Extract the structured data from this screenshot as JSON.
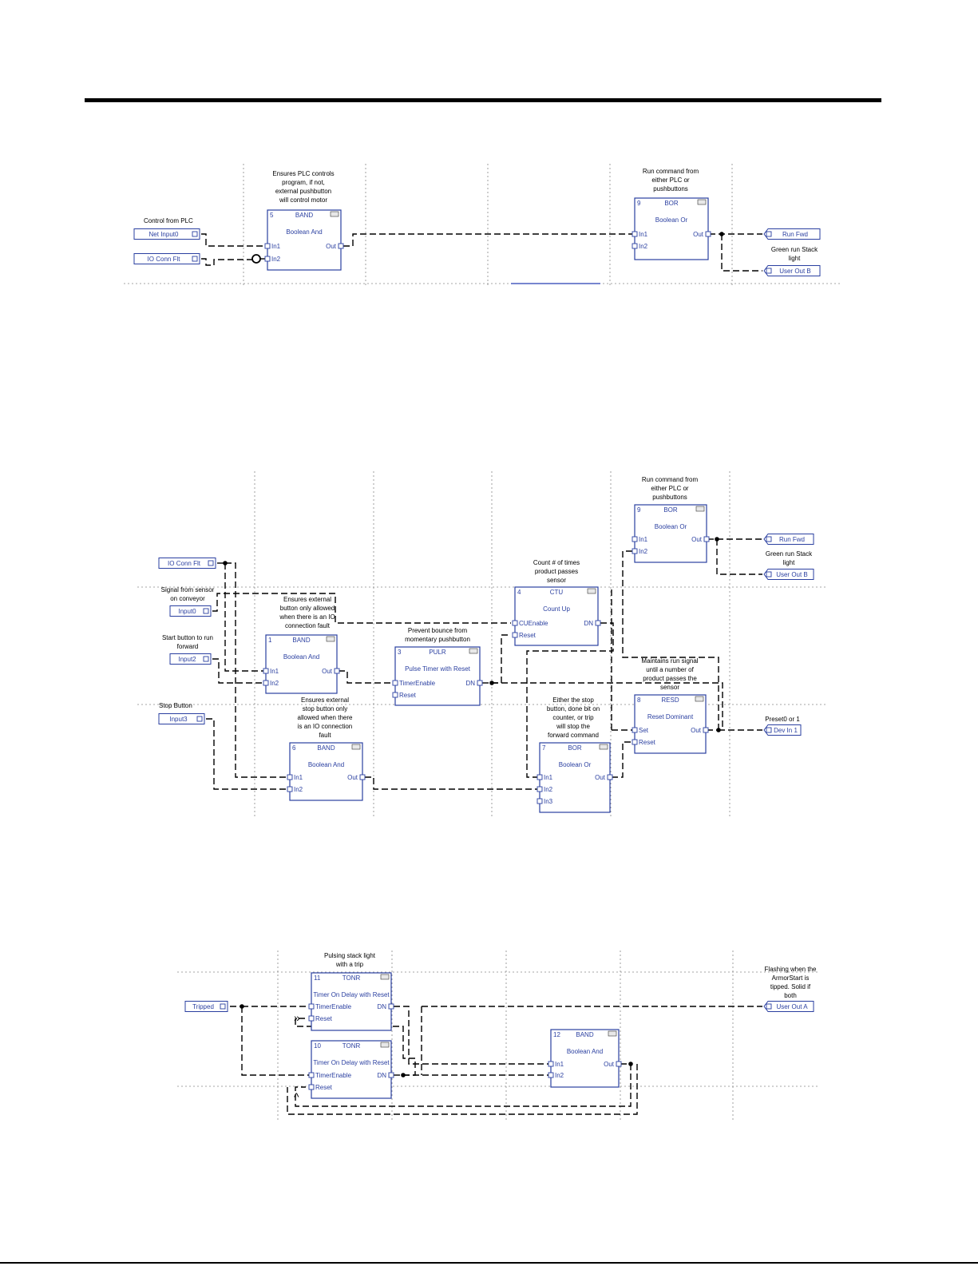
{
  "diagrams": [
    {
      "blocks": [
        {
          "num": "5",
          "type": "BAND",
          "desc": "Boolean And",
          "inputs": [
            "In1",
            "In2"
          ],
          "outputs": [
            "Out"
          ]
        },
        {
          "num": "9",
          "type": "BOR",
          "desc": "Boolean Or",
          "inputs": [
            "In1",
            "In2"
          ],
          "outputs": [
            "Out"
          ]
        }
      ],
      "input_tags": [
        "Net Input0",
        "IO Conn Flt"
      ],
      "output_tags": [
        "Run Fwd",
        "User Out B"
      ],
      "notes": [
        "Control from PLC",
        "Ensures PLC controls\nprogram, if not,\nexternal pushbutton\nwill control motor",
        "Run command from\neither PLC or\npushbuttons",
        "Green run Stack\nlight"
      ]
    },
    {
      "blocks": [
        {
          "num": "9",
          "type": "BOR",
          "desc": "Boolean Or",
          "inputs": [
            "In1",
            "In2"
          ],
          "outputs": [
            "Out"
          ]
        },
        {
          "num": "4",
          "type": "CTU",
          "desc": "Count Up",
          "inputs": [
            "CUEnable",
            "Reset"
          ],
          "outputs": [
            "DN"
          ]
        },
        {
          "num": "1",
          "type": "BAND",
          "desc": "Boolean And",
          "inputs": [
            "In1",
            "In2"
          ],
          "outputs": [
            "Out"
          ]
        },
        {
          "num": "3",
          "type": "PULR",
          "desc": "Pulse Timer with Reset",
          "inputs": [
            "TimerEnable",
            "Reset"
          ],
          "outputs": [
            "DN"
          ]
        },
        {
          "num": "8",
          "type": "RESD",
          "desc": "Reset Dominant",
          "inputs": [
            "Set",
            "Reset"
          ],
          "outputs": [
            "Out"
          ]
        },
        {
          "num": "6",
          "type": "BAND",
          "desc": "Boolean And",
          "inputs": [
            "In1",
            "In2"
          ],
          "outputs": [
            "Out"
          ]
        },
        {
          "num": "7",
          "type": "BOR",
          "desc": "Boolean Or",
          "inputs": [
            "In1",
            "In2",
            "In3"
          ],
          "outputs": [
            "Out"
          ]
        }
      ],
      "input_tags": [
        "IO Conn Flt",
        "Input0",
        "Input2",
        "Input3"
      ],
      "output_tags": [
        "Run Fwd",
        "User Out B",
        "Dev In 1"
      ],
      "notes": [
        "Run command from\neither PLC or\npushbuttons",
        "Green run Stack\nlight",
        "Count # of times\nproduct passes\nsensor",
        "Signal from sensor\non conveyor",
        "Ensures external\nbutton only allowed\nwhen there is an IO\nconnection fault",
        "Start button to run\nforward",
        "Prevent bounce from\nmomentary pushbutton",
        "Maintains run signal\nuntil a number of\nproduct passes the\nsensor",
        "Stop Button",
        "Ensures external\nstop button only\nallowed when there\nis an IO connection\nfault",
        "Either the stop\nbutton, done bit on\ncounter, or trip\nwill stop the\nforward command",
        "Preset0 or 1"
      ]
    },
    {
      "blocks": [
        {
          "num": "11",
          "type": "TONR",
          "desc": "Timer On Delay with Reset",
          "inputs": [
            "TimerEnable",
            "Reset"
          ],
          "outputs": [
            "DN"
          ]
        },
        {
          "num": "10",
          "type": "TONR",
          "desc": "Timer On Delay with Reset",
          "inputs": [
            "TimerEnable",
            "Reset"
          ],
          "outputs": [
            "DN"
          ]
        },
        {
          "num": "12",
          "type": "BAND",
          "desc": "Boolean And",
          "inputs": [
            "In1",
            "In2"
          ],
          "outputs": [
            "Out"
          ]
        }
      ],
      "input_tags": [
        "Tripped"
      ],
      "output_tags": [
        "User Out A"
      ],
      "notes": [
        "Pulsing stack light\nwith a trip",
        "Flashing when the\nArmorStart is\ntipped. Solid if\nboth"
      ]
    }
  ]
}
